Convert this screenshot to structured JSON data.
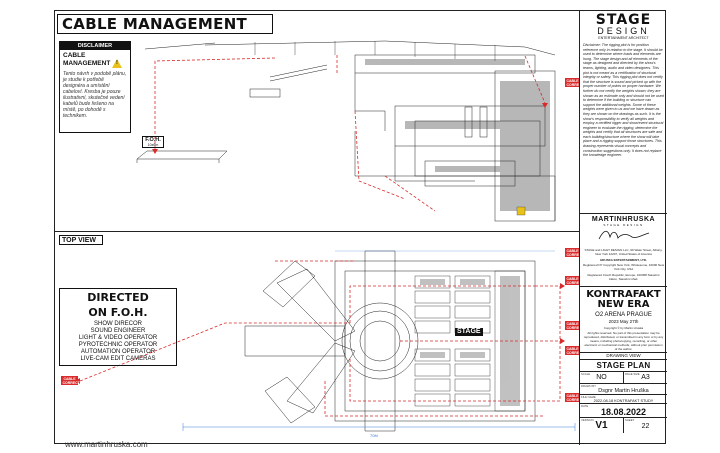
{
  "header": {
    "title": "CABLE MANAGEMENT"
  },
  "disclaimer": {
    "heading": "DISCLAIMER",
    "subheading": "CABLE MANAGEMENT",
    "text": "Tento návrh v podobě plánu, je studie k potřebě designéra a umístění cabeloví. Kresba je pouze ilustrativní, skutečné vedení kabelů bude řešeno na místě, po dohodě s technikem."
  },
  "labels": {
    "foh": "F.O.H.",
    "foh_size": "10x6m",
    "top_view": "TOP VIEW",
    "stage": "STAGE",
    "dimension": "70M",
    "cable_tag": "CABLE CORRECT",
    "website": "www.martinhruska.com"
  },
  "directed": {
    "title_line1": "DIRECTED",
    "title_line2": "ON F.O.H.",
    "operators": [
      "SHOW DIRECOR",
      "SOUND ENGINEER",
      "LIGHT & VIDEO OPERATOR",
      "PYROTECHNIC OPERATOR",
      "AUTOMATION OPERATOR",
      "LIVE-CAM EDIT CAMERAS"
    ]
  },
  "titleblock": {
    "brand_line1": "STAGE",
    "brand_line2": "DESIGN",
    "brand_line3": "ENTERTAINMENT ARCHITECT",
    "notes": "Disclaimer: The rigging plot is for position reference only in relation to the stage. It should be used to determine where loads and elements are hung. The stage design and all elements of the stage as designed and directed by the show's teams, lighting, audio and video designers. This plot is not meant as a certification of structural integrity or safety. This rigging plot does not certify that the structure is sound and picked up with the proper number of points on proper hardware. We further do not certify the weights shown; they are shown as an estimate only and should not be used to determine if the building or structure can support the additional weights. Some of these weights were given to us and we have drawn as they are shown on the drawings as such. It is the show's responsibility to verify all weights and employ a certified rigger and show/event structural engineer to evaluate the rigging, determine the weights and certify that all structures are safe and each building/structure where the show will take place and a rigging support those structures. This drawing represents visual concepts and construction suggestions only. It does not replace the knowledge engineer.",
    "architect_line1": "MARTINHRUSKA",
    "architect_line2": "STAGE DESIGN",
    "address": "STAGE and LIGHT DESIGN LLC, 99 Water Street, Albany, New York 12207, United States of America",
    "company": "HRUSKA ENTERTAINMENT, LTD.",
    "registered_us": "Registered NY Copyright New York, Wholesome, 10000 New York City, USA",
    "registered_cz": "Registered Czech Republic, Europe, 100458 Stavební zákon, Stavební úřad.",
    "project_line1": "KONTRAFAKT",
    "project_line2": "NEW ERA",
    "venue": "O2 ARENA PRAGUE",
    "date_event": "2023 May 27th",
    "copyright": "Copyright © by Martin Hruska",
    "rights": "All rights reserved. No part of this presentation may be reproduced, distributed, or transmitted in any form or by any means, including photocopying, recording, or other electronic or mechanical methods, without prior permission of the author.",
    "drawing_view_label": "DRAWING VIEW",
    "drawing_view": "STAGE PLAN",
    "scale_label": "SCALE",
    "scale": "NO",
    "page_size_label": "PAGE SIZE",
    "page_size": "A3",
    "drawn_by_label": "DRAWN BY",
    "drawn_by": "Dsgnr Martin Hruška",
    "file_label": "FILE NAME",
    "file_name": "2022-08-18 KONTRAFAKT STUDY",
    "date_label": "DATE",
    "date": "18.08.2022",
    "version_label": "VERSION",
    "version": "V1",
    "sheet_label": "SHEET",
    "sheet": "22"
  },
  "colors": {
    "cable": "#d92b2b",
    "dimension": "#3a7bd5",
    "warning": "#e8c21a"
  }
}
